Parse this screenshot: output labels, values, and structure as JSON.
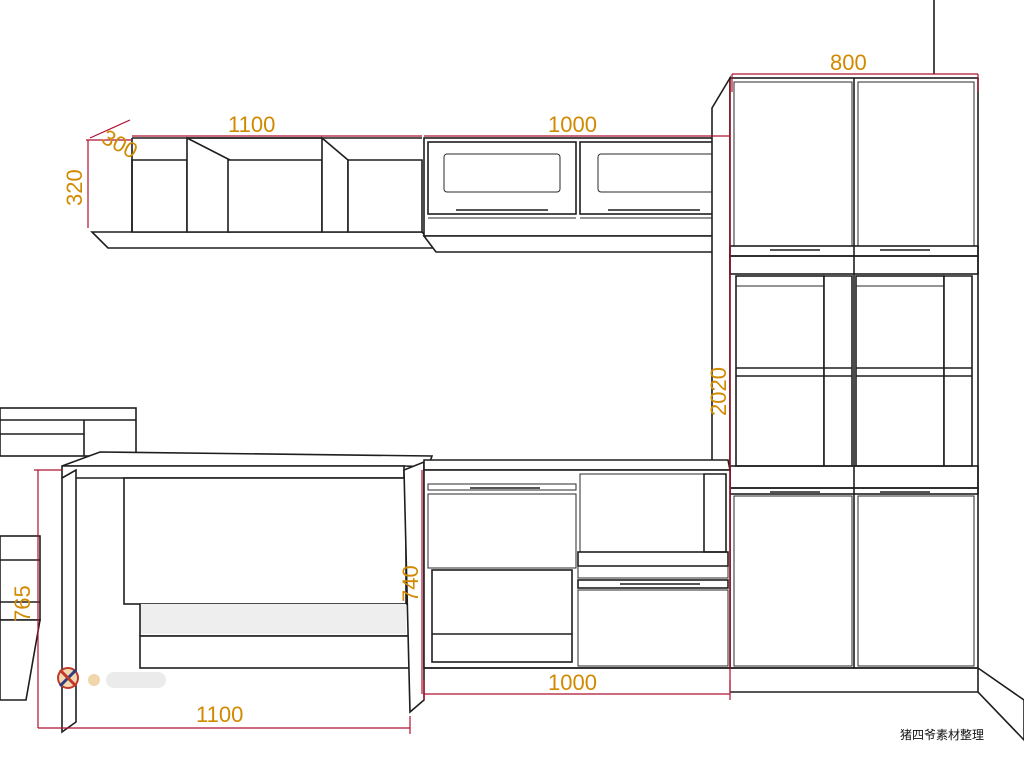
{
  "dimensions": {
    "shelf_depth": "300",
    "shelf_height": "320",
    "shelf_width": "1100",
    "wall_cabinet_width": "1000",
    "tall_cabinet_width": "800",
    "tall_cabinet_height": "2020",
    "base_height": "740",
    "desk_height": "765",
    "desk_width": "1100",
    "base_width": "1000"
  },
  "caption": "猪四爷素材整理",
  "colors": {
    "line": "#1e1e1e",
    "dimension_line": "#b01030",
    "dimension_text": "#d18a00"
  },
  "icons": [
    "watermark-logo"
  ]
}
